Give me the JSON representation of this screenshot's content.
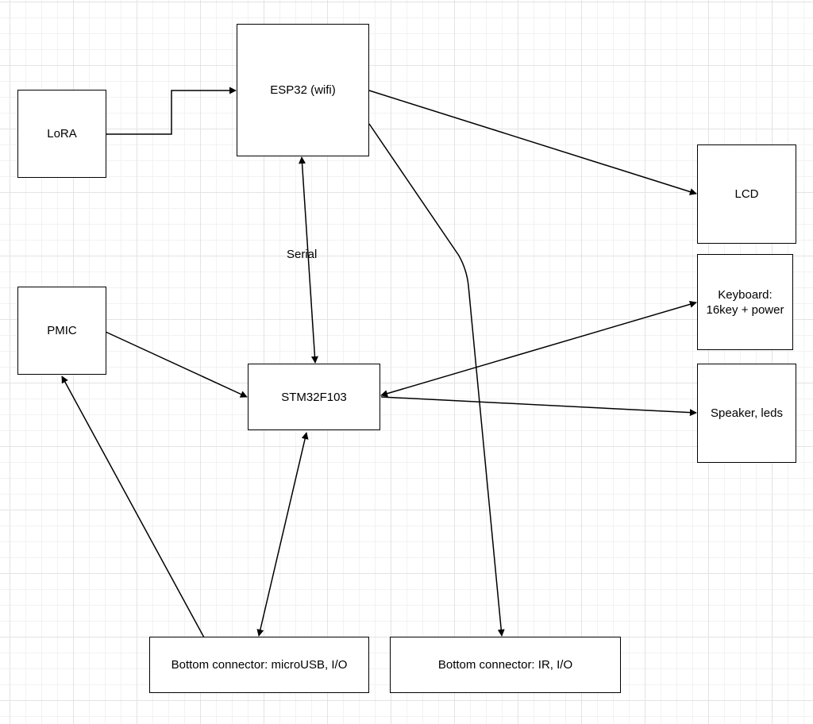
{
  "diagram": {
    "nodes": {
      "lora": "LoRA",
      "esp32": "ESP32 (wifi)",
      "lcd": "LCD",
      "keyboard": "Keyboard:\n16key + power",
      "speaker": "Speaker, leds",
      "pmic": "PMIC",
      "stm32": "STM32F103",
      "bottom_usb": "Bottom connector: microUSB, I/O",
      "bottom_ir": "Bottom connector: IR, I/O"
    },
    "edge_labels": {
      "serial": "Serial"
    },
    "colors": {
      "line": "#000000",
      "box_border": "#000000",
      "grid": "#e3e3e3"
    }
  }
}
